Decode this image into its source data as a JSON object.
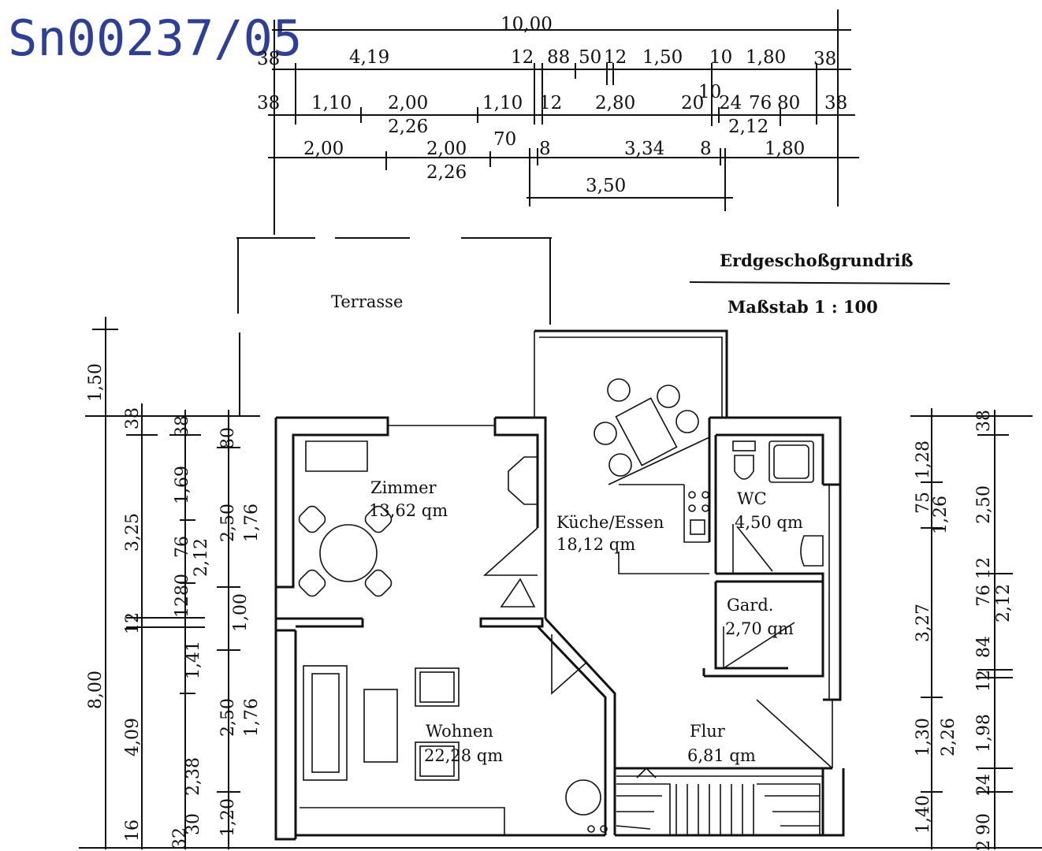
{
  "stamp": "Sn00237/05",
  "title": "Erdgeschoßgrundriß",
  "scale": "Maßstab 1 : 100",
  "labels": {
    "terrasse": "Terrasse"
  },
  "rooms": {
    "zimmer": {
      "name": "Zimmer",
      "area": "13,62 qm"
    },
    "kueche": {
      "name": "Küche/Essen",
      "area": "18,12 qm"
    },
    "wc": {
      "name": "WC",
      "area": "4,50 qm"
    },
    "gard": {
      "name": "Gard.",
      "area": "2,70 qm"
    },
    "wohnen": {
      "name": "Wohnen",
      "area": "22,28 qm"
    },
    "flur": {
      "name": "Flur",
      "area": "6,81 qm"
    }
  },
  "top_dims": {
    "total": "10,00",
    "row1": [
      "38",
      "4,19",
      "12",
      "88",
      "50",
      "12",
      "1,50",
      "10",
      "1,80",
      "38"
    ],
    "row2": [
      "38",
      "1,10",
      "2,00",
      "2,26",
      "1,10",
      "12",
      "2,80",
      "20",
      "10",
      "24",
      "76",
      "80",
      "2,12",
      "38"
    ],
    "row3": [
      "2,00",
      "2,00",
      "2,26",
      "70",
      "8",
      "3,34",
      "8",
      "1,80"
    ],
    "row4": [
      "3,50"
    ]
  },
  "left_dims": {
    "total": "8,00",
    "terrace": "1,50",
    "col1": [
      "38",
      "3,25",
      "12",
      "4,09",
      "16"
    ],
    "col2": [
      "38",
      "1,69",
      "76",
      "80",
      "12",
      "1,41",
      "2,38",
      "30",
      "32"
    ],
    "col3": [
      "2,12"
    ],
    "col4": [
      "80",
      "2,50",
      "1,00",
      "2,50",
      "1,20"
    ],
    "col5": [
      "1,76",
      "1,76"
    ]
  },
  "right_dims": {
    "col1": [
      "1,28",
      "75",
      "1,26",
      "3,27",
      "1,30",
      "1,40"
    ],
    "col2": [
      "2,26"
    ],
    "col3": [
      "38",
      "2,50",
      "12",
      "76",
      "2,12",
      "84",
      "12",
      "1,98",
      "24",
      "90",
      "2"
    ]
  }
}
